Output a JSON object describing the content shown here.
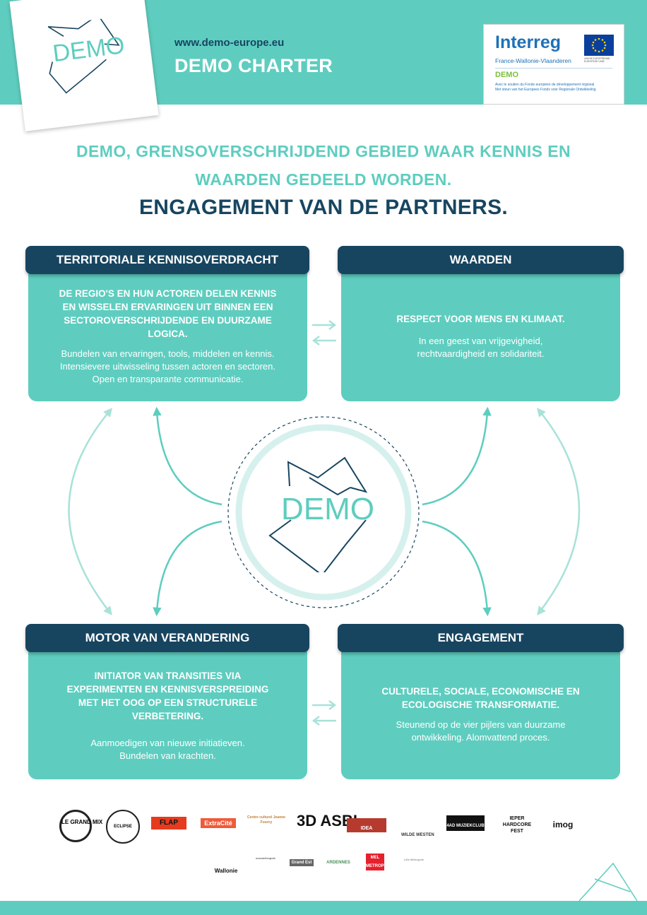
{
  "header": {
    "logo_text": "DEMO",
    "url": "www.demo-europe.eu",
    "title": "DEMO CHARTER",
    "interreg": {
      "brand": "Interreg",
      "region": "France-Wallonie-Vlaanderen",
      "eu_label": "UNION EUROPÉENNE EUROPESE UNIE",
      "program": "DEMO",
      "support_fr": "Avec le soutien du Fonds européen de développement régional",
      "support_nl": "Met steun van het Europees Fonds voor Regionale Ontwikkeling"
    }
  },
  "headline": {
    "line1": "DEMO, GRENSOVERSCHRIJDEND GEBIED WAAR KENNIS EN",
    "line2": "WAARDEN GEDEELD WORDEN.",
    "line3": "ENGAGEMENT VAN DE PARTNERS."
  },
  "boxes": [
    {
      "title": "TERRITORIALE KENNISOVERDRACHT",
      "lead": [
        "DE REGIO'S EN HUN ACTOREN DELEN KENNIS",
        "EN WISSELEN ERVARINGEN UIT BINNEN EEN",
        "SECTOROVERSCHRIJDENDE EN DUURZAME",
        "LOGICA."
      ],
      "text": [
        "Bundelen van ervaringen, tools, middelen en kennis.",
        "Intensievere uitwisseling tussen actoren en sectoren.",
        "Open en transparante communicatie."
      ]
    },
    {
      "title": "WAARDEN",
      "lead": [
        "RESPECT VOOR MENS EN KLIMAAT."
      ],
      "text": [
        "In een geest van vrijgevigheid,",
        "rechtvaardigheid en solidariteit."
      ]
    },
    {
      "title": "MOTOR VAN VERANDERING",
      "lead": [
        "INITIATOR VAN TRANSITIES VIA",
        "EXPERIMENTEN EN KENNISVERSPREIDING",
        "MET HET OOG OP EEN STRUCTURELE",
        "VERBETERING."
      ],
      "text": [
        "Aanmoedigen van nieuwe initiatieven.",
        "Bundelen van krachten."
      ]
    },
    {
      "title": "ENGAGEMENT",
      "lead": [
        "CULTURELE, SOCIALE, ECONOMISCHE EN",
        "ECOLOGISCHE TRANSFORMATIE."
      ],
      "text": [
        "Steunend op de vier pijlers van duurzame",
        "ontwikkeling. Alomvattend proces."
      ]
    }
  ],
  "center": {
    "logo_text": "DEMO"
  },
  "partners": [
    "LE GRAND MIX",
    "ECLIPSE",
    "FLAP",
    "ExtraCité",
    "Centre culturel Jeanne Fourcy",
    "3D ASBL",
    "IDEA",
    "WILDE WESTEN",
    "4AD MUZIEKCLUB",
    "IEPER HARDCORE FEST",
    "imog",
    "Wallonie",
    "eurométropole",
    "Grand Est",
    "ARDENNES",
    "MEL METROPOLE",
    "Lille Métropole"
  ],
  "colors": {
    "teal": "#5ecdbf",
    "navy": "#174560"
  }
}
